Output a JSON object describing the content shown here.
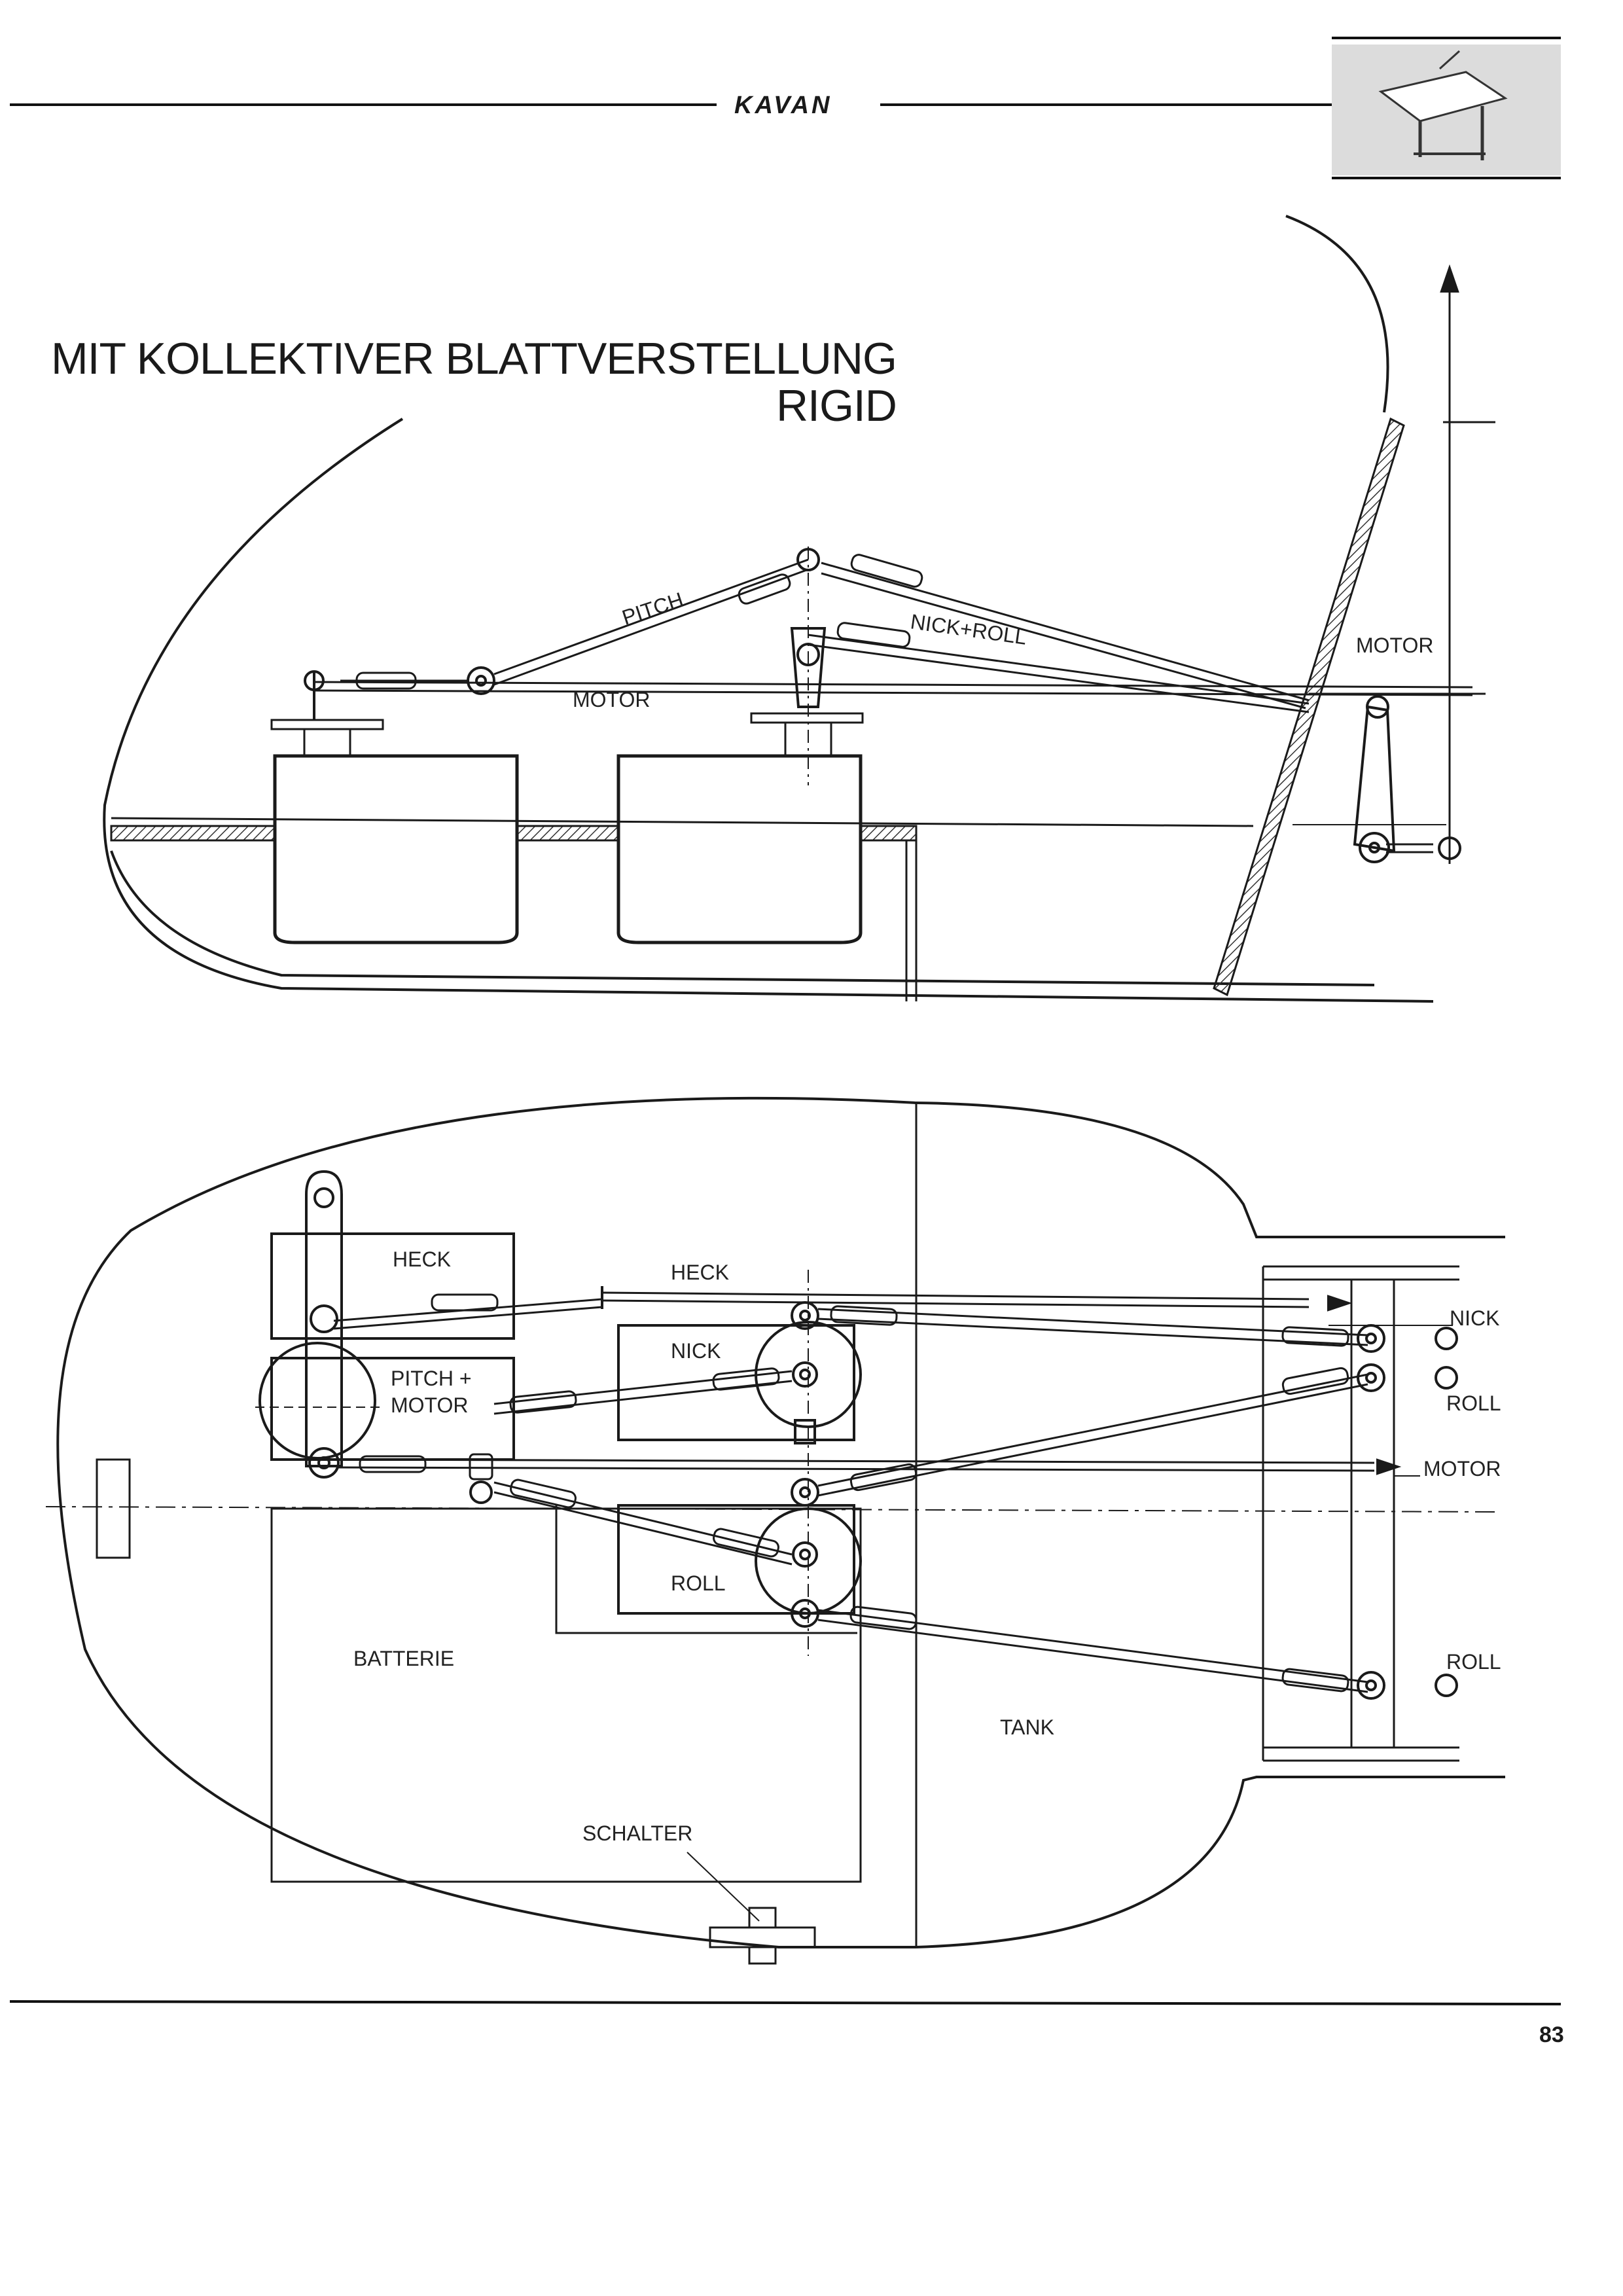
{
  "header": {
    "logo_text": "KAVAN"
  },
  "title": {
    "line1": "MIT KOLLEKTIVER BLATTVERSTELLUNG",
    "line2": "RIGID"
  },
  "side_view": {
    "pitch": "PITCH",
    "nick_roll": "NICK+ROLL",
    "motor_a": "MOTOR",
    "motor_b": "MOTOR"
  },
  "top_view": {
    "heck_servo": "HECK",
    "heck_rod": "HECK",
    "pitch_motor_1": "PITCH +",
    "pitch_motor_2": "MOTOR",
    "nick_servo": "NICK",
    "roll_servo": "ROLL",
    "nick_out": "NICK",
    "roll_out_1": "ROLL",
    "motor_out": "MOTOR",
    "roll_out_2": "ROLL",
    "batterie": "BATTERIE",
    "tank": "TANK",
    "schalter": "SCHALTER"
  },
  "footer": {
    "page_number": "83"
  }
}
